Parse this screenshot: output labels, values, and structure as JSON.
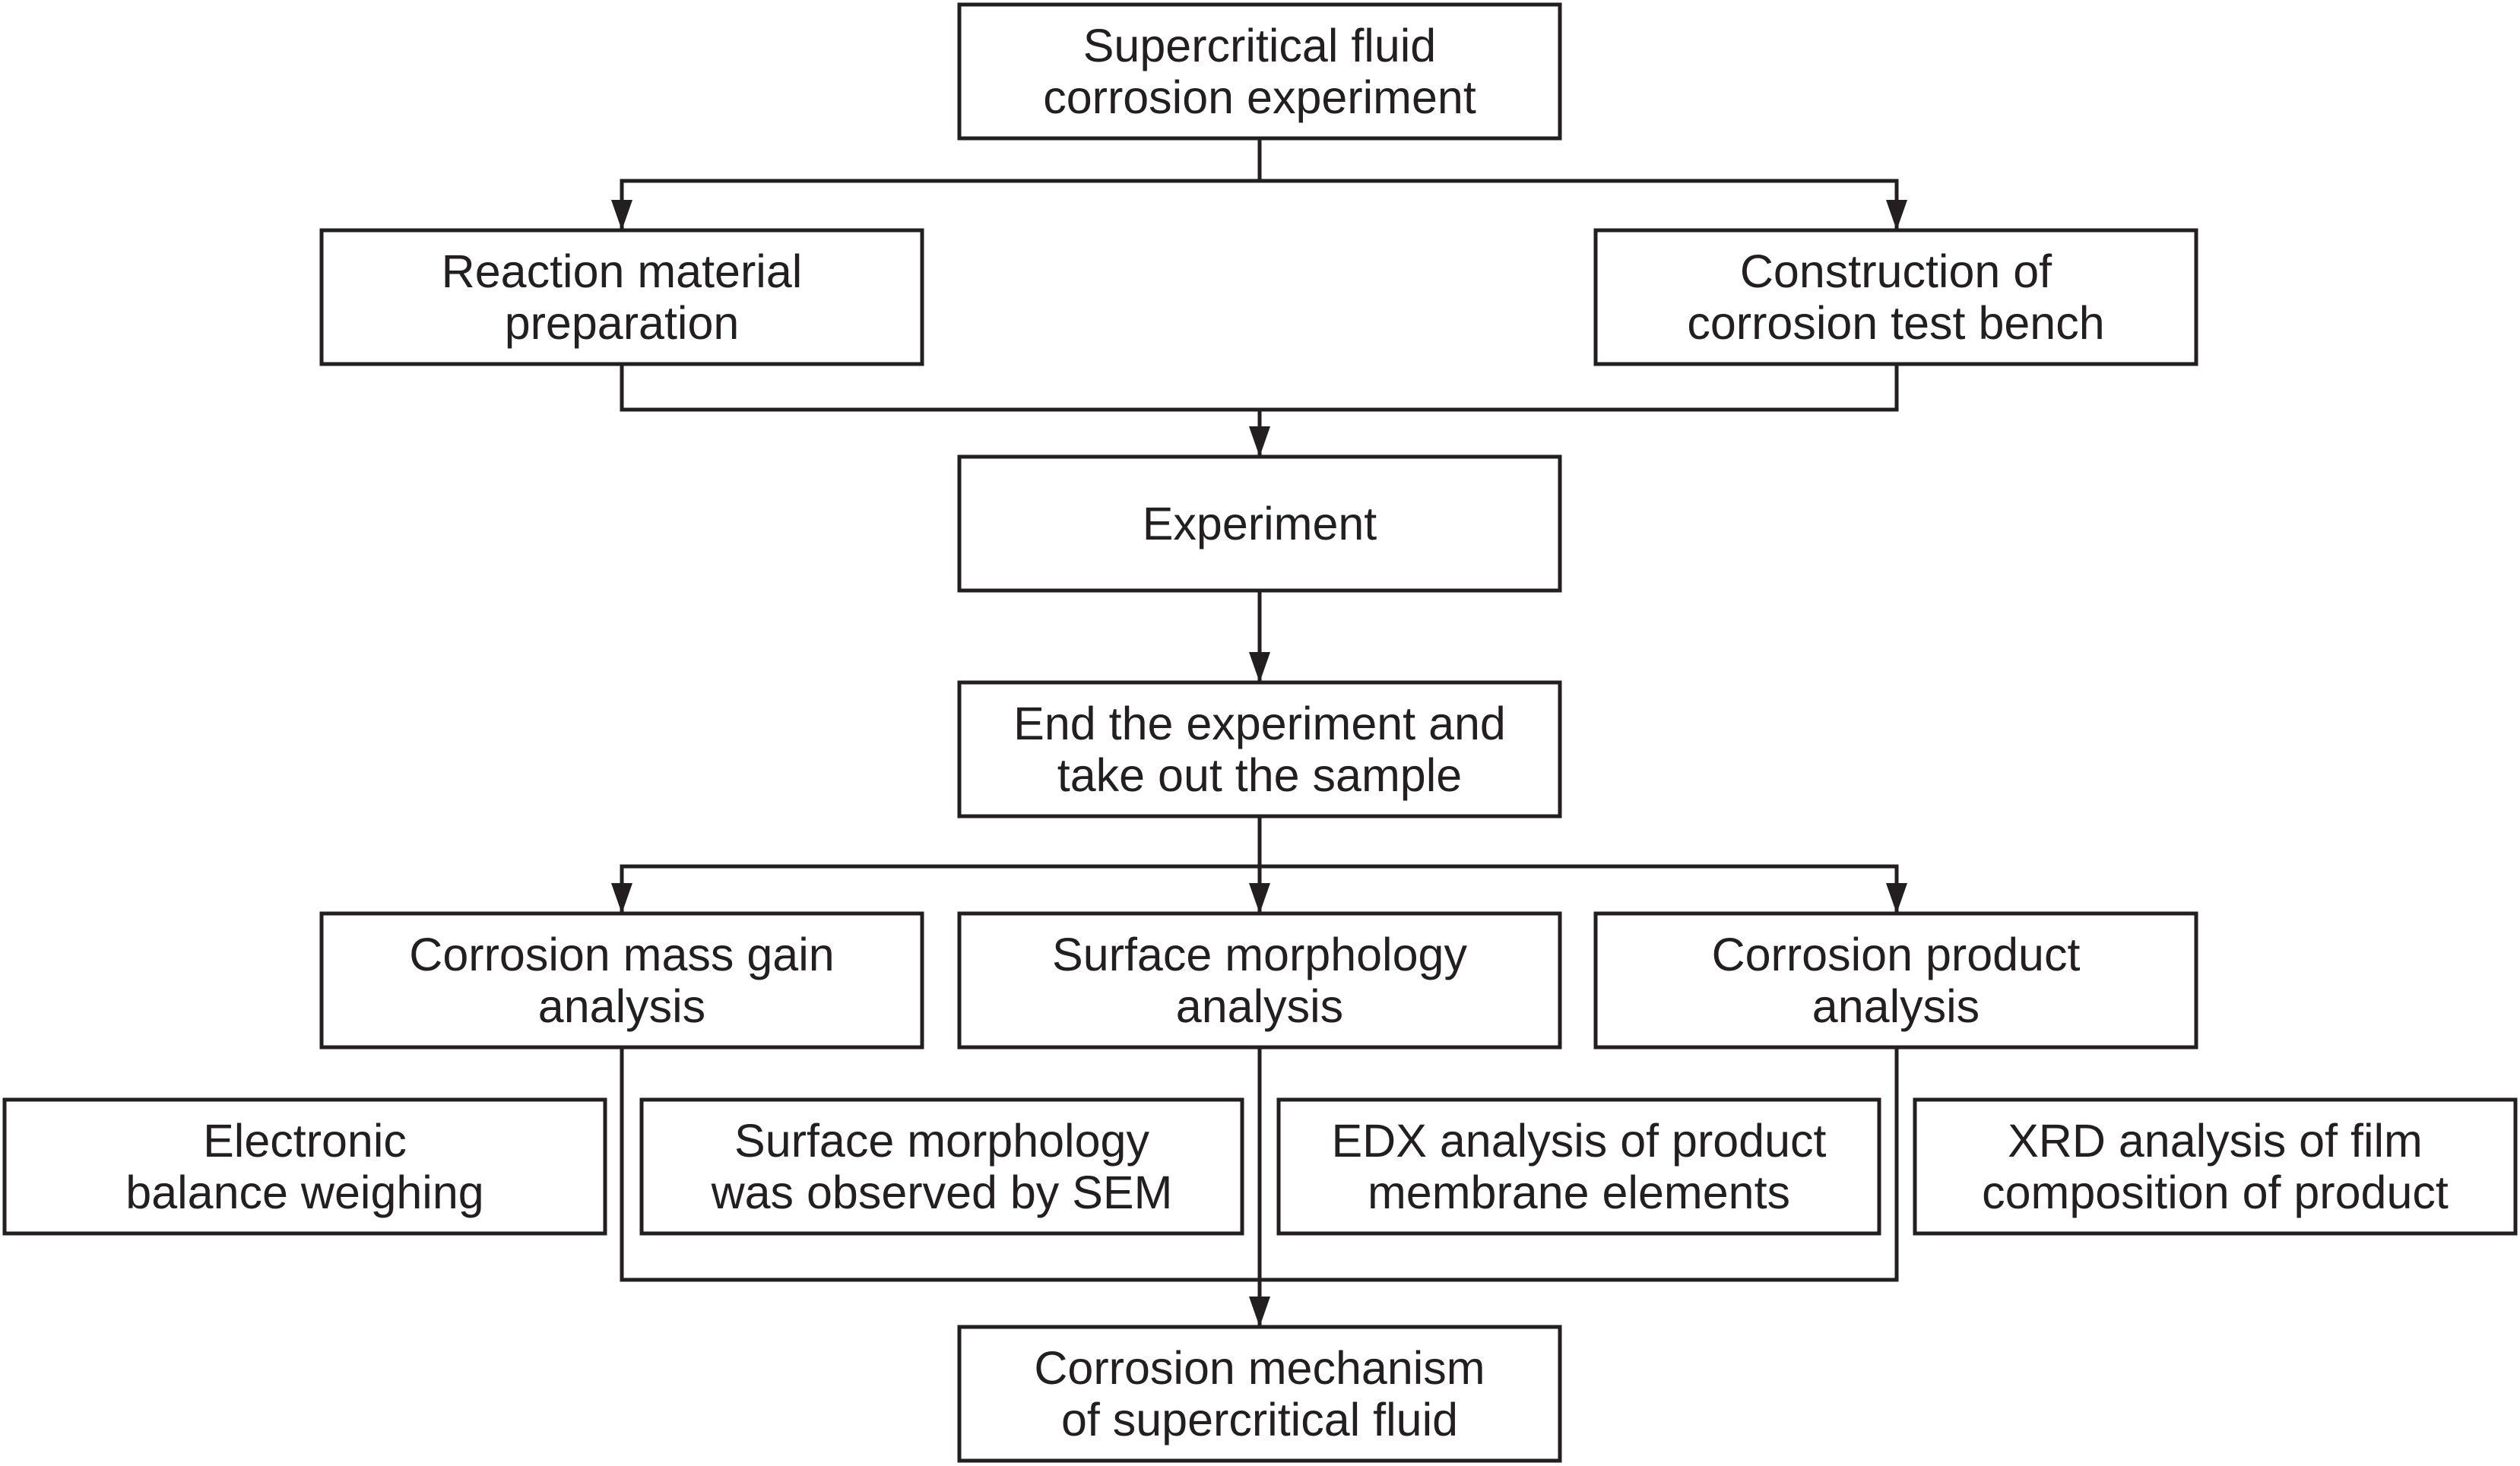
{
  "diagram": {
    "nodes": [
      {
        "id": "supercritical-corrosion-experiment",
        "lines": [
          "Supercritical fluid",
          "corrosion experiment"
        ]
      },
      {
        "id": "reaction-material-preparation",
        "lines": [
          "Reaction material",
          "preparation"
        ]
      },
      {
        "id": "construction-corrosion-test-bench",
        "lines": [
          "Construction of",
          "corrosion test bench"
        ]
      },
      {
        "id": "experiment",
        "lines": [
          "Experiment"
        ]
      },
      {
        "id": "end-experiment-take-sample",
        "lines": [
          "End the experiment and",
          "take out the sample"
        ]
      },
      {
        "id": "corrosion-mass-gain-analysis",
        "lines": [
          "Corrosion mass gain",
          "analysis"
        ]
      },
      {
        "id": "surface-morphology-analysis",
        "lines": [
          "Surface morphology",
          "analysis"
        ]
      },
      {
        "id": "corrosion-product-analysis",
        "lines": [
          "Corrosion product",
          "analysis"
        ]
      },
      {
        "id": "electronic-balance-weighing",
        "lines": [
          "Electronic",
          "balance weighing"
        ]
      },
      {
        "id": "sem-surface-morphology",
        "lines": [
          "Surface morphology",
          "was observed by SEM"
        ]
      },
      {
        "id": "edx-analysis",
        "lines": [
          "EDX analysis of product",
          "membrane elements"
        ]
      },
      {
        "id": "xrd-analysis",
        "lines": [
          "XRD analysis of film",
          "composition of product"
        ]
      },
      {
        "id": "corrosion-mechanism",
        "lines": [
          "Corrosion mechanism",
          "of supercritical fluid"
        ]
      }
    ],
    "edges": [
      {
        "from": "supercritical-corrosion-experiment",
        "to": "reaction-material-preparation"
      },
      {
        "from": "supercritical-corrosion-experiment",
        "to": "construction-corrosion-test-bench"
      },
      {
        "from": "reaction-material-preparation",
        "to": "experiment"
      },
      {
        "from": "construction-corrosion-test-bench",
        "to": "experiment"
      },
      {
        "from": "experiment",
        "to": "end-experiment-take-sample"
      },
      {
        "from": "end-experiment-take-sample",
        "to": "corrosion-mass-gain-analysis"
      },
      {
        "from": "end-experiment-take-sample",
        "to": "surface-morphology-analysis"
      },
      {
        "from": "end-experiment-take-sample",
        "to": "corrosion-product-analysis"
      },
      {
        "from": "corrosion-mass-gain-analysis",
        "to": "corrosion-mechanism"
      },
      {
        "from": "surface-morphology-analysis",
        "to": "corrosion-mechanism"
      },
      {
        "from": "corrosion-product-analysis",
        "to": "corrosion-mechanism"
      }
    ],
    "colors": {
      "stroke": "#231f20",
      "fill": "#ffffff",
      "text": "#231f20"
    }
  }
}
